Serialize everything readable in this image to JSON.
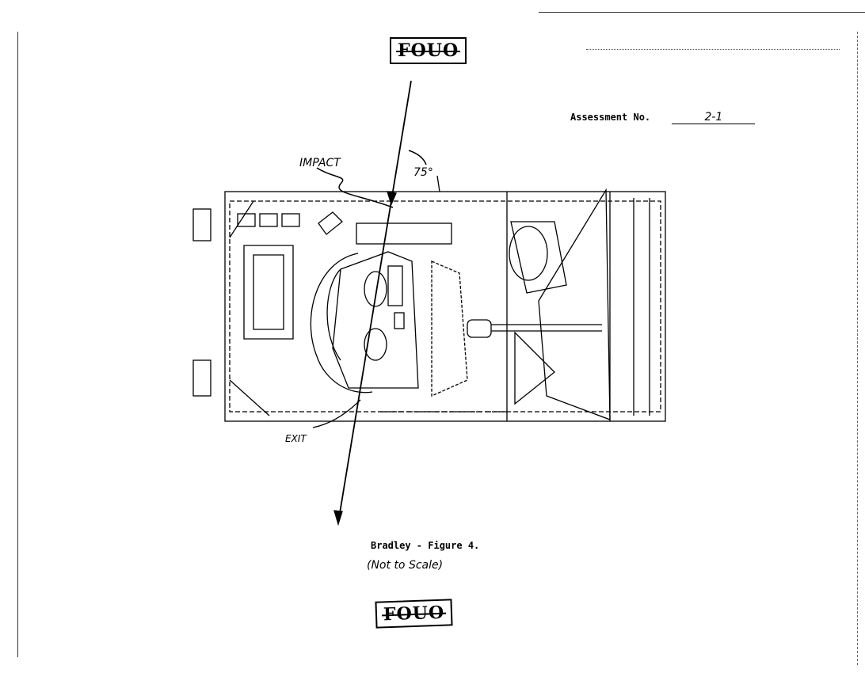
{
  "header": {
    "stamp_top": "FOUO",
    "assessment_label": "Assessment No.",
    "assessment_value": "2-1"
  },
  "diagram": {
    "impact_label": "IMPACT",
    "angle_label": "75°",
    "exit_label": "EXIT"
  },
  "caption": {
    "figure": "Bradley - Figure 4.",
    "scale_note": "(Not to Scale)"
  },
  "footer": {
    "stamp_bottom": "FOUO"
  }
}
